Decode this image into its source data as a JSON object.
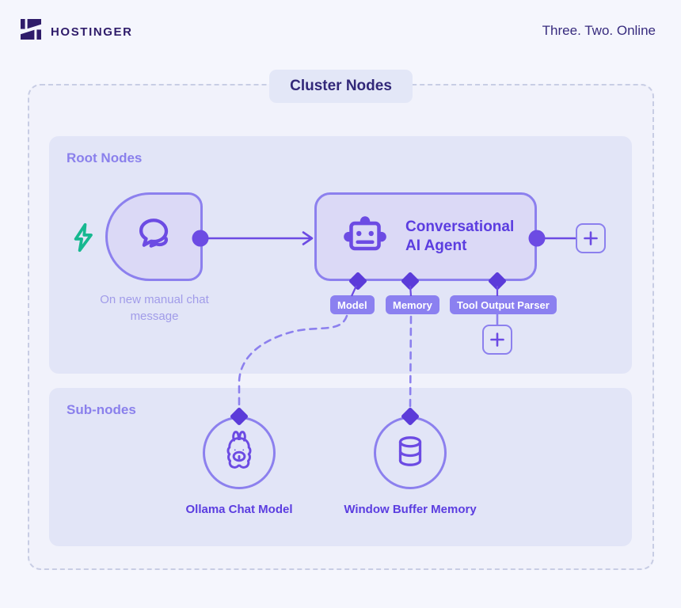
{
  "header": {
    "brand": "HOSTINGER",
    "tagline": "Three. Two. Online"
  },
  "title": "Cluster Nodes",
  "sections": {
    "root": {
      "label": "Root Nodes"
    },
    "sub": {
      "label": "Sub-nodes"
    }
  },
  "nodes": {
    "trigger": {
      "caption": "On new manual chat message",
      "icon": "chat-bubbles-icon"
    },
    "agent": {
      "title": "Conversational AI Agent",
      "icon": "robot-icon"
    },
    "ollama": {
      "label": "Ollama Chat Model",
      "icon": "llama-icon"
    },
    "buffer": {
      "label": "Window Buffer Memory",
      "icon": "database-icon"
    }
  },
  "badges": [
    {
      "label": "Model"
    },
    {
      "label": "Memory"
    },
    {
      "label": "Tool Output Parser"
    }
  ],
  "buttons": {
    "add_right_label": "add node",
    "add_parser_label": "add node"
  },
  "colors": {
    "brand_dark": "#2f1c6a",
    "accent": "#6c4be3",
    "node_border": "#8c80ee",
    "node_fill": "#dbd9f6",
    "panel_fill": "#e2e5f7",
    "badge_fill": "#8b80f0",
    "diamond": "#5b3bd9",
    "title_text": "#5b3de0",
    "section_label": "#8a80ec",
    "muted_caption": "#a19ce9",
    "bolt_green": "#17b890",
    "page_bg": "#f5f6fd"
  }
}
